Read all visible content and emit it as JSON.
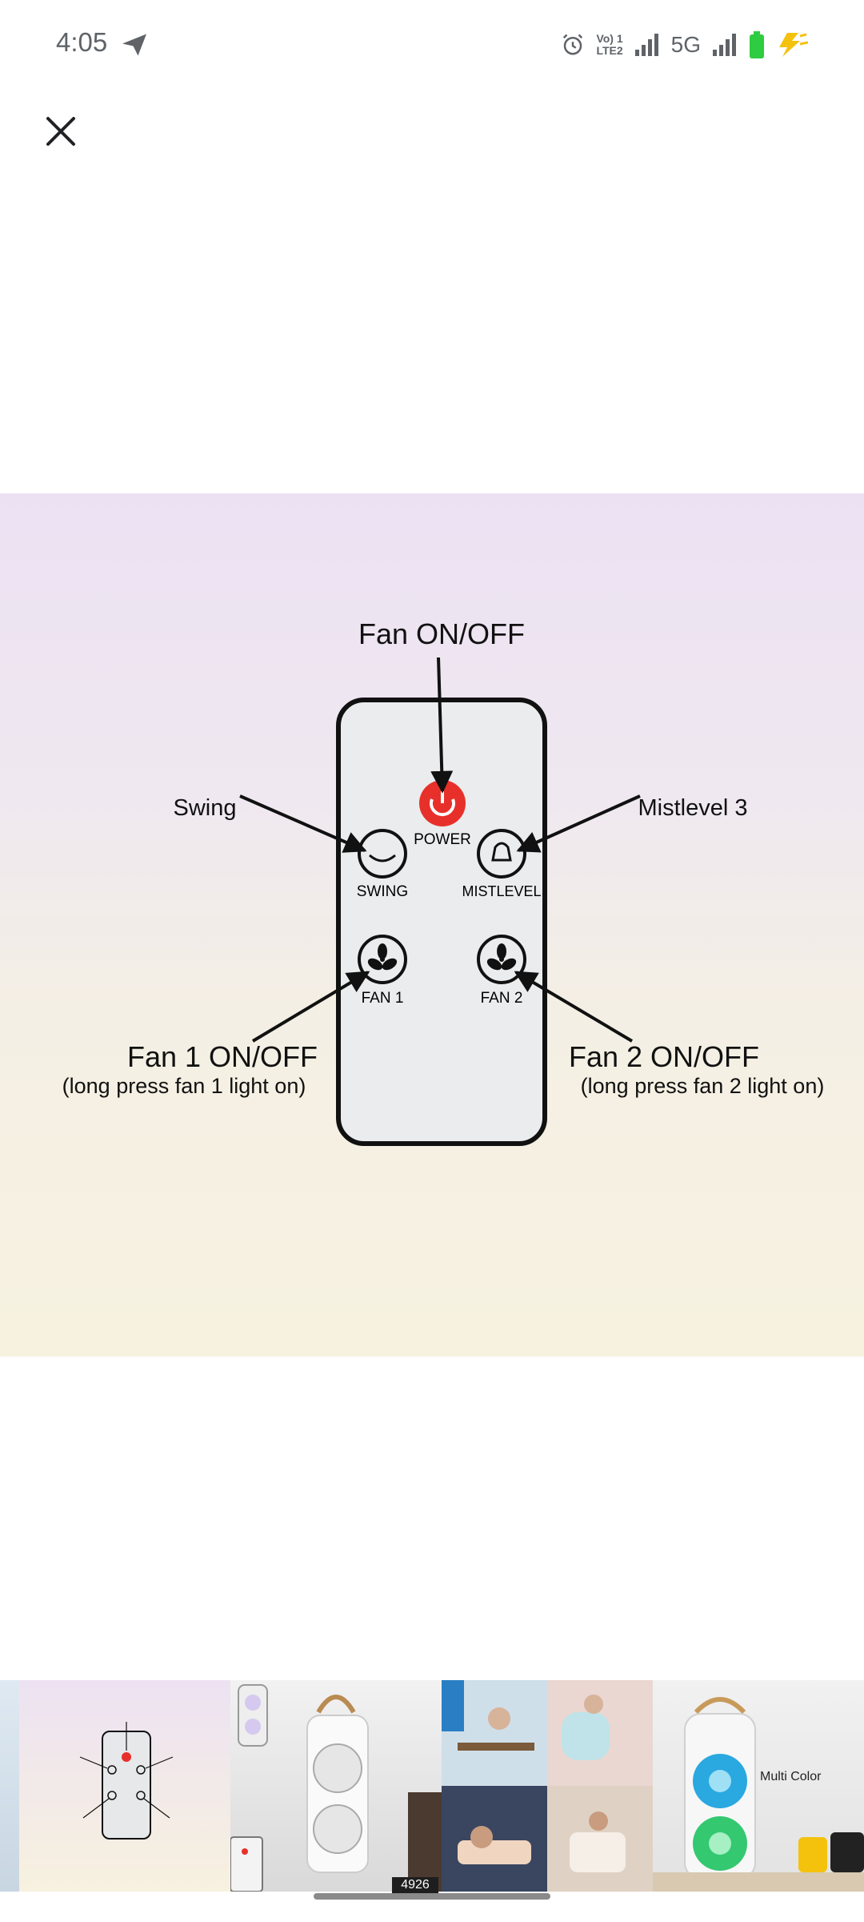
{
  "status_bar": {
    "time": "4:05",
    "volte_top": "Vo) 1",
    "volte_bottom": "LTE2",
    "network": "5G",
    "battery_color": "#2ecc40",
    "charging_color": "#f4c20d"
  },
  "main_image": {
    "labels": {
      "fan_on_off": "Fan ON/OFF",
      "swing": "Swing",
      "mistlevel": "Mistlevel 3",
      "fan1_title": "Fan 1 ON/OFF",
      "fan1_sub": "(long press fan 1 light on)",
      "fan2_title": "Fan 2 ON/OFF",
      "fan2_sub": "(long press fan 2 light on)"
    },
    "remote_buttons": {
      "power": "POWER",
      "swing": "SWING",
      "mistlevel": "MISTLEVEL",
      "fan1": "FAN 1",
      "fan2": "FAN 2"
    },
    "power_color": "#e8302a"
  },
  "thumbnails": {
    "count_badge": "4926",
    "multi_color": "Multi Color"
  }
}
